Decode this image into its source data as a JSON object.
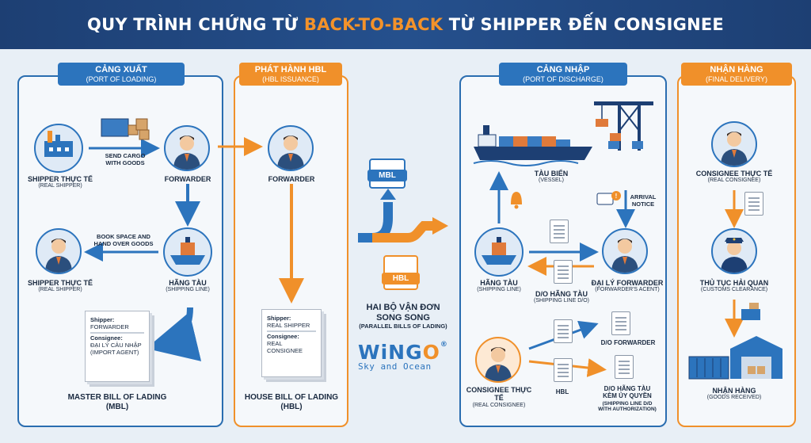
{
  "title": {
    "prefix": "QUY TRÌNH CHỨNG TỪ ",
    "highlight": "BACK-TO-BACK",
    "suffix": " TỪ SHIPPER ĐẾN CONSIGNEE"
  },
  "panels": {
    "loading": {
      "title": "CẢNG XUẤT",
      "subtitle": "(PORT OF LOADING)"
    },
    "hbl_issuance": {
      "title": "PHÁT HÀNH HBL",
      "subtitle": "(HBL ISSUANCE)"
    },
    "discharge": {
      "title": "CẢNG NHẬP",
      "subtitle": "(PORT OF DISCHARGE)"
    },
    "delivery": {
      "title": "NHẬN HÀNG",
      "subtitle": "(FINAL DELIVERY)"
    }
  },
  "loading": {
    "shipper_top": {
      "name": "SHIPPER THỰC TẾ",
      "sub": "(REAL SHIPPER)"
    },
    "send_cargo": "SEND CARGO\nWITH GOODS",
    "forwarder": "FORWARDER",
    "book_space": "BOOK SPACE AND\nHAND OVER GOODS",
    "shipper_mid": {
      "name": "SHIPPER THỰC TẾ",
      "sub": "(REAL SHIPPER)"
    },
    "shipping_line": {
      "name": "HÃNG TÀU",
      "sub": "(SHIPPING LINE)"
    },
    "mbl_doc": {
      "shipper_key": "Shipper:",
      "shipper_val": "FORWARDER",
      "consignee_key": "Consignee:",
      "consignee_val1": "ĐẠI LÝ CẢU NHẬP",
      "consignee_val2": "(IMPORT AGENT)"
    },
    "mbl_label": "MASTER BILL OF LADING\n(MBL)"
  },
  "hbl_issuance": {
    "forwarder": "FORWARDER",
    "hbl_doc": {
      "shipper_key": "Shipper:",
      "shipper_val": "REAL SHIPPER",
      "consignee_key": "Consignee:",
      "consignee_val": "REAL CONSIGNEE"
    },
    "hbl_label": "HOUSE BILL OF LADING\n(HBL)"
  },
  "center": {
    "mbl_badge": "MBL",
    "hbl_badge": "HBL",
    "caption": "HAI BỘ VẬN ĐƠN\nSONG SONG",
    "caption_sub": "(PARALLEL BILLS OF LADING)",
    "logo_main_1": "WiNG",
    "logo_main_2": "O",
    "logo_reg": "®",
    "logo_sub": "Sky and Ocean"
  },
  "discharge": {
    "vessel": {
      "name": "TÀU BIỂN",
      "sub": "(VESSEL)"
    },
    "arrival_notice": "ARRIVAL\nNOTICE",
    "shipping_line": {
      "name": "HÃNG TÀU",
      "sub": "(SHIPPING LINE)"
    },
    "do_line": {
      "name": "D/O HÃNG TÀU",
      "sub": "(SHIPPING LINE D/O)"
    },
    "agent": {
      "name": "ĐẠI LÝ FORWARDER",
      "sub": "(FORWARDER'S ACENT)"
    },
    "consignee": {
      "name": "CONSIGNEE THỰC TẾ",
      "sub": "(REAL CONSIGNEE)"
    },
    "hbl": "HBL",
    "do_forwarder": "D/O FORWARDER",
    "do_with_auth": "D/O HÃNG TÀU\nKÈM ỦY QUYỀN",
    "do_with_auth_sub": "(SHIPPING LINE D/D\nWITH AUTHORIZATION)"
  },
  "delivery": {
    "consignee": {
      "name": "CONSIGNEE THỰC TẾ",
      "sub": "(REAL CONSIGNEE)"
    },
    "customs": {
      "name": "THỦ TỤC HẢI QUAN",
      "sub": "(CUSTOMS CLEARANCE)"
    },
    "received": {
      "name": "NHẬN HÀNG",
      "sub": "(GOODS RECEIVED)"
    }
  },
  "colors": {
    "navy": "#1d3f73",
    "blue": "#2c74bd",
    "orange": "#f0902a"
  }
}
